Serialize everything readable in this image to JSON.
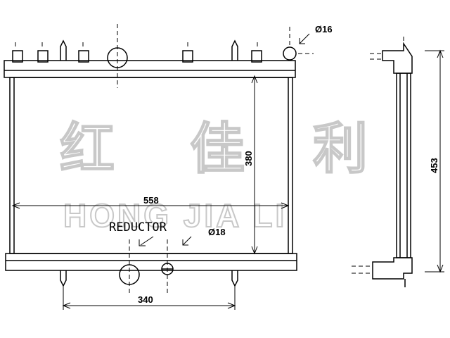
{
  "watermark": {
    "chars": [
      "红",
      "佳",
      "利"
    ],
    "latin": "HONG JIA LI"
  },
  "dimensions": {
    "pipe_top": "Ø16",
    "pipe_bottom": "Ø18",
    "core_height": "380",
    "core_width": "558",
    "total_height": "453",
    "bottom_spacing": "340"
  },
  "labels": {
    "reductor": "REDUCTOR"
  }
}
